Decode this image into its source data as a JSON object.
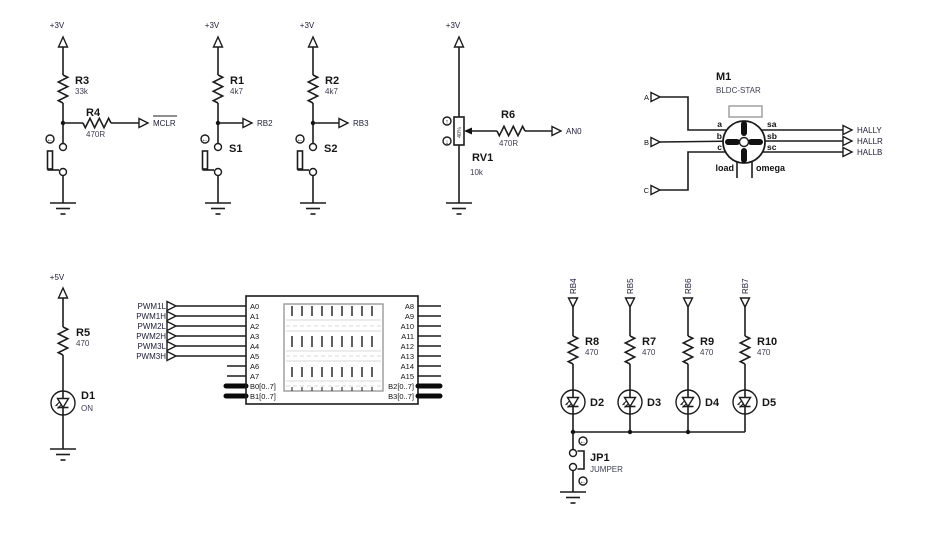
{
  "icons": {
    "up_arrow": "↑",
    "down_arrow": "↓",
    "toggle_arrow": "←"
  },
  "reset": {
    "rail": "+3V",
    "r3_ref": "R3",
    "r3_val": "33k",
    "r4_ref": "R4",
    "r4_val": "470R",
    "signal": "MCLR"
  },
  "btn1": {
    "rail": "+3V",
    "r_ref": "R1",
    "r_val": "4k7",
    "signal": "RB2",
    "sw": "S1"
  },
  "btn2": {
    "rail": "+3V",
    "r_ref": "R2",
    "r_val": "4k7",
    "signal": "RB3",
    "sw": "S2"
  },
  "pot": {
    "rail": "+3V",
    "rv_ref": "RV1",
    "rv_val": "10k",
    "percent": "40%",
    "r_ref": "R6",
    "r_val": "470R",
    "signal": "AN0"
  },
  "motor": {
    "ref": "M1",
    "model": "BLDC-STAR",
    "in_a": "A",
    "in_b": "B",
    "in_c": "C",
    "pin_a": "a",
    "pin_b": "b",
    "pin_c": "c",
    "pin_sa": "sa",
    "pin_sb": "sb",
    "pin_sc": "sc",
    "pin_load": "load",
    "pin_omega": "omega",
    "out_1": "HALLY",
    "out_2": "HALLR",
    "out_3": "HALLB"
  },
  "pled": {
    "rail": "+5V",
    "r_ref": "R5",
    "r_val": "470",
    "d_ref": "D1",
    "d_state": "ON"
  },
  "analyzer": {
    "inputs": [
      "PWM1L",
      "PWM1H",
      "PWM2L",
      "PWM2H",
      "PWM3L",
      "PWM3H"
    ],
    "left_pins": [
      "A0",
      "A1",
      "A2",
      "A3",
      "A4",
      "A5",
      "A6",
      "A7",
      "B0[0..7]",
      "B1[0..7]"
    ],
    "right_pins": [
      "A8",
      "A9",
      "A10",
      "A11",
      "A12",
      "A13",
      "A14",
      "A15",
      "B2[0..7]",
      "B3[0..7]"
    ]
  },
  "leds": {
    "signals": [
      "RB4",
      "RB5",
      "RB6",
      "RB7"
    ],
    "r_refs": [
      "R8",
      "R7",
      "R9",
      "R10"
    ],
    "r_vals": [
      "470",
      "470",
      "470",
      "470"
    ],
    "d_refs": [
      "D2",
      "D3",
      "D4",
      "D5"
    ],
    "jp_ref": "JP1",
    "jp_val": "JUMPER"
  },
  "colors": {
    "wire": "#1c1c1c",
    "bus": "#0a0a0a",
    "ref_text": "#161616",
    "value_text": "#3e3e52",
    "signal_text": "#20203a",
    "display_grid": "#d8d8d8",
    "display_border": "#9a9a9a",
    "background": "#ffffff"
  }
}
